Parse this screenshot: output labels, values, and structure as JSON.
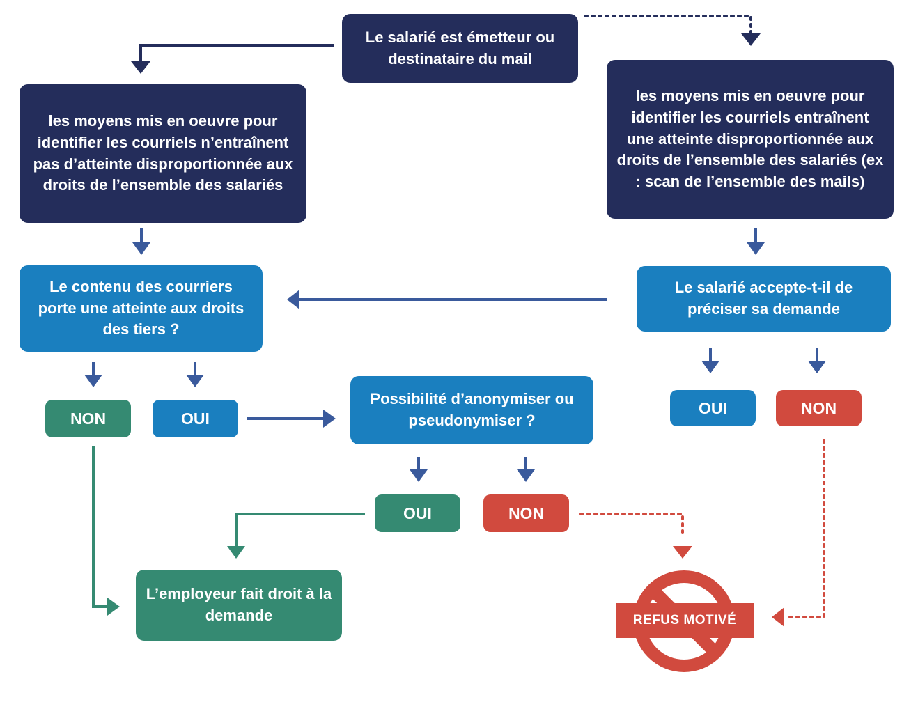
{
  "boxes": {
    "source": "Le salarié est émetteur ou destinataire du mail",
    "no_atteinte": "les moyens mis en oeuvre pour identifier les courriels n’entraînent pas d’atteinte disproportionnée aux droits de l’ensemble des salariés",
    "atteinte": "les moyens mis en oeuvre pour identifier les courriels entraînent une atteinte disproportionnée aux droits de l’ensemble des salariés (ex : scan de l’ensemble des mails)",
    "contenu_tiers": "Le contenu des courriers porte une atteinte aux droits des tiers ?",
    "accepte_preciser": "Le salarié accepte-t-il de préciser sa demande",
    "anonymiser": "Possibilité d’anonymiser ou pseudonymiser ?",
    "employeur_droit": "L’employeur fait droit à la demande"
  },
  "answers": {
    "tiers_non": "NON",
    "tiers_oui": "OUI",
    "accepte_oui": "OUI",
    "accepte_non": "NON",
    "anonym_oui": "OUI",
    "anonym_non": "NON"
  },
  "refus": {
    "label": "REFUS MOTIVÉ"
  },
  "colors": {
    "navy": "#242d5b",
    "blue": "#1a7fbf",
    "green": "#358a72",
    "red": "#d14a3e",
    "arrow_blue": "#3a5a9c"
  }
}
